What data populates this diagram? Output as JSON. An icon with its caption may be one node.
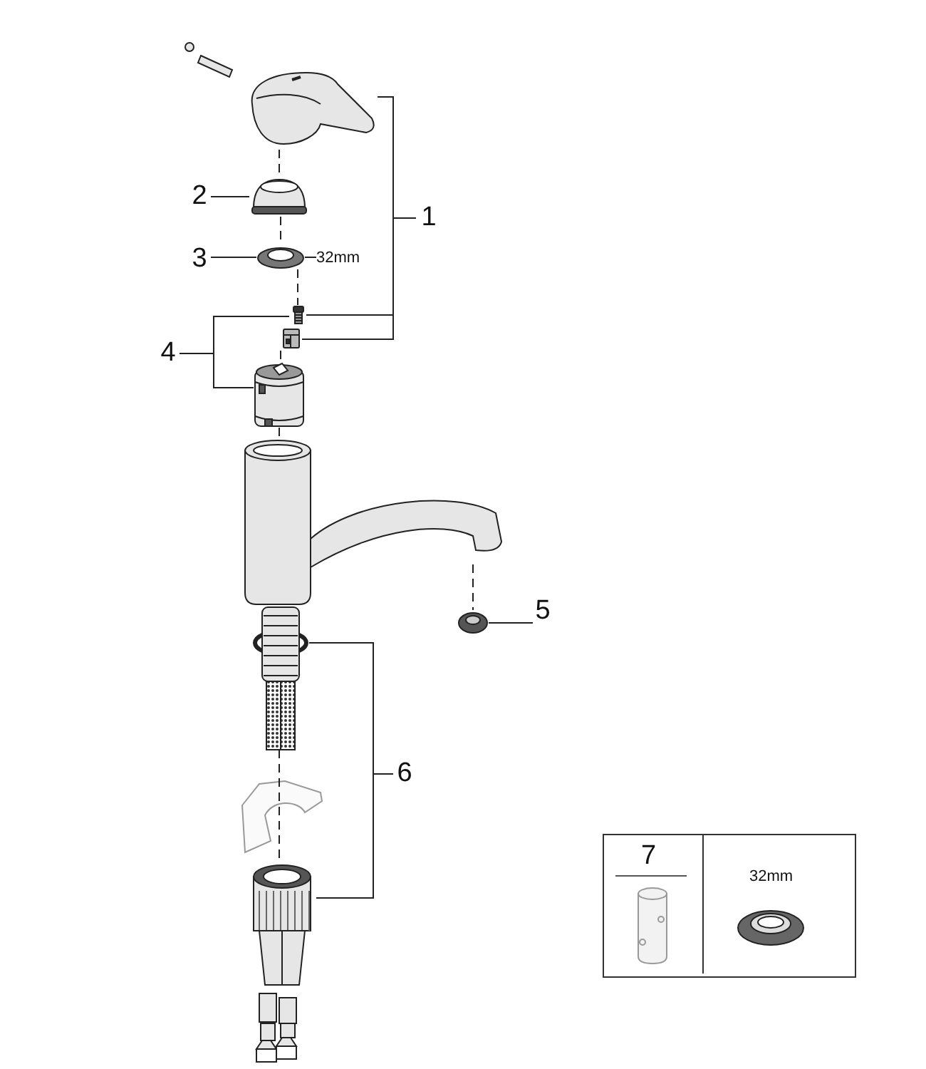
{
  "diagram": {
    "nodes": [
      {
        "text": [
          "1"
        ]
      },
      {
        "text": [],
        "shape": "picture"
      },
      {
        "text": [
          "2"
        ]
      },
      {
        "text": [],
        "shape": "picture"
      },
      {
        "text": [
          "3"
        ]
      },
      {
        "text": [],
        "shape": "picture"
      },
      {
        "text": [
          "32mm"
        ]
      },
      {
        "text": [
          "4"
        ]
      },
      {
        "text": [],
        "shape": "picture"
      },
      {
        "text": [],
        "shape": "picture"
      },
      {
        "text": [],
        "shape": "picture"
      },
      {
        "text": [],
        "shape": "picture"
      },
      {
        "text": [
          "5"
        ]
      },
      {
        "text": [],
        "shape": "picture"
      },
      {
        "text": [
          "6"
        ]
      },
      {
        "text": [],
        "shape": "picture"
      },
      {
        "text": [],
        "shape": "picture"
      },
      {
        "text": [],
        "shape": "box"
      },
      {
        "text": [
          "7"
        ],
        "in": 17
      },
      {
        "text": [
          "32mm"
        ],
        "in": 17
      },
      {
        "text": [],
        "shape": "picture"
      }
    ],
    "edges": [
      {
        "from": 0,
        "to": 1,
        "arrow": "none"
      },
      {
        "from": 0,
        "to": 8,
        "arrow": "none"
      },
      {
        "from": 0,
        "to": 9,
        "arrow": "none"
      },
      {
        "from": 2,
        "to": 3,
        "arrow": "none"
      },
      {
        "from": 4,
        "to": 5,
        "arrow": "none"
      },
      {
        "from": 6,
        "to": 5,
        "arrow": "none"
      },
      {
        "from": 7,
        "to": 8,
        "arrow": "none"
      },
      {
        "from": 7,
        "to": 10,
        "arrow": "none"
      },
      {
        "from": 12,
        "to": 13,
        "arrow": "none"
      },
      {
        "from": 14,
        "to": 15,
        "arrow": "none"
      },
      {
        "from": 14,
        "to": 16,
        "arrow": "none"
      },
      {
        "from": 1,
        "to": 3,
        "arrow": "none",
        "style": "dashed"
      },
      {
        "from": 3,
        "to": 5,
        "arrow": "none",
        "style": "dashed"
      },
      {
        "from": 5,
        "to": 8,
        "arrow": "none",
        "style": "dashed"
      },
      {
        "from": 9,
        "to": 10,
        "arrow": "none",
        "style": "dashed"
      },
      {
        "from": 10,
        "to": 11,
        "arrow": "none",
        "style": "dashed"
      },
      {
        "from": 11,
        "to": 13,
        "arrow": "none",
        "style": "dashed"
      },
      {
        "from": 20,
        "to": 16,
        "arrow": "none",
        "style": "dashed"
      }
    ]
  }
}
